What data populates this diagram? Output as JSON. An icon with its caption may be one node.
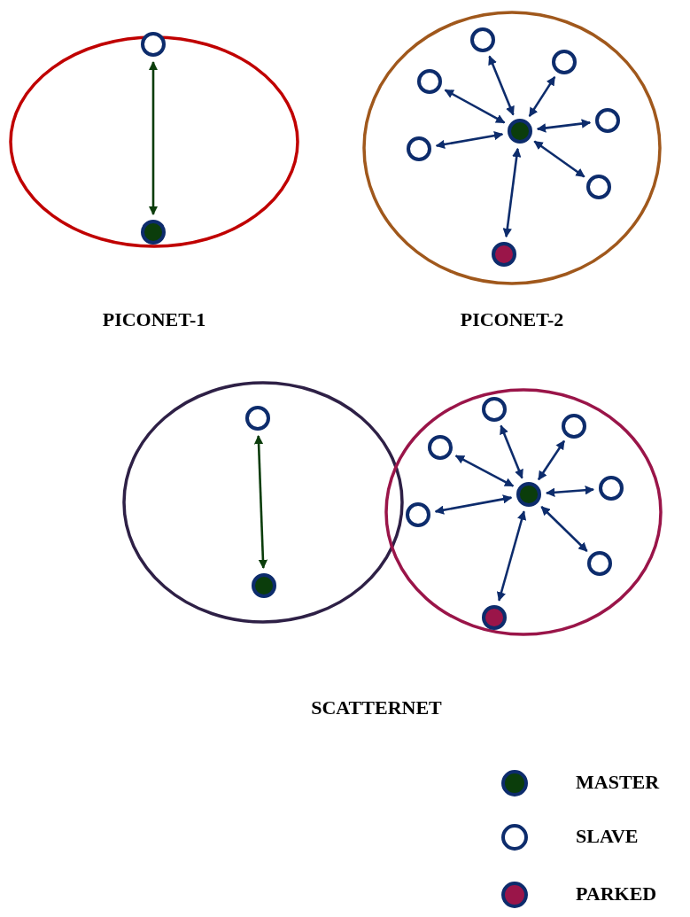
{
  "diagram": {
    "nodes": [
      {
        "text": [
          "PICONET-1"
        ]
      },
      {
        "text": [],
        "shape": "circle",
        "in": 0
      },
      {
        "text": [],
        "shape": "circle",
        "in": 0
      },
      {
        "text": [
          "PICONET-2"
        ]
      },
      {
        "text": [],
        "shape": "circle",
        "in": 3
      },
      {
        "text": [],
        "shape": "circle",
        "in": 3
      },
      {
        "text": [],
        "shape": "circle",
        "in": 3
      },
      {
        "text": [],
        "shape": "circle",
        "in": 3
      },
      {
        "text": [],
        "shape": "circle",
        "in": 3
      },
      {
        "text": [],
        "shape": "circle",
        "in": 3
      },
      {
        "text": [],
        "shape": "circle",
        "in": 3
      },
      {
        "text": [],
        "shape": "circle",
        "in": 3
      },
      {
        "text": [],
        "shape": "ellipse"
      },
      {
        "text": [],
        "shape": "circle",
        "in": 12
      },
      {
        "text": [],
        "shape": "circle",
        "in": 12
      },
      {
        "text": [],
        "shape": "ellipse"
      },
      {
        "text": [],
        "shape": "circle",
        "in": 15
      },
      {
        "text": [],
        "shape": "circle",
        "in": 15
      },
      {
        "text": [],
        "shape": "circle",
        "in": 15
      },
      {
        "text": [],
        "shape": "circle",
        "in": 15
      },
      {
        "text": [],
        "shape": "circle",
        "in": 15
      },
      {
        "text": [],
        "shape": "circle",
        "in": 15
      },
      {
        "text": [],
        "shape": "circle",
        "in": 15
      },
      {
        "text": [],
        "shape": "circle",
        "in": 15
      }
    ],
    "edges": [
      {
        "from": 1,
        "to": 2,
        "arrow": "both",
        "color": "#0b3d0b"
      },
      {
        "from": 8,
        "to": 4,
        "arrow": "both"
      },
      {
        "from": 8,
        "to": 5,
        "arrow": "both"
      },
      {
        "from": 8,
        "to": 6,
        "arrow": "both"
      },
      {
        "from": 8,
        "to": 7,
        "arrow": "both"
      },
      {
        "from": 8,
        "to": 9,
        "arrow": "both"
      },
      {
        "from": 8,
        "to": 10,
        "arrow": "both"
      },
      {
        "from": 8,
        "to": 11,
        "arrow": "both"
      },
      {
        "from": 13,
        "to": 14,
        "arrow": "both",
        "color": "#0b3d0b"
      },
      {
        "from": 20,
        "to": 16,
        "arrow": "both"
      },
      {
        "from": 20,
        "to": 17,
        "arrow": "both"
      },
      {
        "from": 20,
        "to": 18,
        "arrow": "both"
      },
      {
        "from": 20,
        "to": 19,
        "arrow": "both"
      },
      {
        "from": 20,
        "to": 21,
        "arrow": "both"
      },
      {
        "from": 20,
        "to": 22,
        "arrow": "both"
      },
      {
        "from": 20,
        "to": 23,
        "arrow": "both"
      }
    ],
    "labels": [
      "SCATTERNET"
    ],
    "legend": [
      {
        "text": "MASTER",
        "color": "#0b3d0b"
      },
      {
        "text": "SLAVE",
        "color": "#ffffff"
      },
      {
        "text": "PARKED",
        "color": "#9a1549"
      }
    ]
  }
}
